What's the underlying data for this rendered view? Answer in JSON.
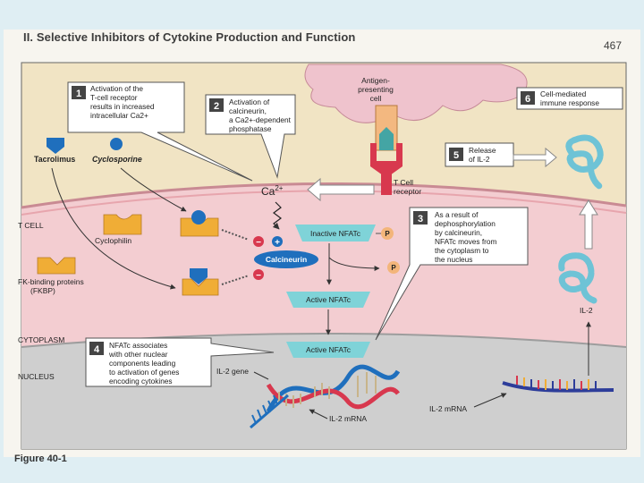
{
  "header": {
    "title": "II. Selective Inhibitors of Cytokine Production and Function",
    "page_number": "467",
    "figure_label": "Figure 40-1"
  },
  "labels": {
    "apc": [
      "Antigen-",
      "presenting",
      "cell"
    ],
    "tcr": [
      "T Cell",
      "receptor"
    ],
    "ca": "Ca",
    "ca_sup": "2+",
    "t_cell": "T CELL",
    "cytoplasm": "CYTOPLASM",
    "nucleus": "NUCLEUS",
    "tacrolimus": "Tacrolimus",
    "cyclosporine": "Cyclosporine",
    "cyclophilin": "Cyclophilin",
    "fkbp": [
      "FK-binding proteins",
      "(FKBP)"
    ],
    "inactive_nfatc": "Inactive NFATc",
    "calcineurin": "Calcineurin",
    "active_nfatc_1": "Active NFATc",
    "active_nfatc_2": "Active NFATc",
    "p": "P",
    "minus": "−",
    "plus": "+",
    "il2_gene": "IL-2 gene",
    "il2_mrna_left": "IL-2 mRNA",
    "il2_mrna_right": "IL-2 mRNA",
    "il2": "IL-2"
  },
  "steps": [
    {
      "num": "1",
      "lines": [
        "Activation of the",
        "T-cell receptor",
        "results in increased",
        "intracellular Ca2+"
      ]
    },
    {
      "num": "2",
      "lines": [
        "Activation of",
        "calcineurin,",
        "a Ca2+-dependent",
        "phosphatase"
      ]
    },
    {
      "num": "3",
      "lines": [
        "As a result of",
        "dephosphorylation",
        "by calcineurin,",
        "NFATc moves from",
        "the cytoplasm to",
        "the nucleus"
      ]
    },
    {
      "num": "4",
      "lines": [
        "NFATc associates",
        "with other nuclear",
        "components leading",
        "to activation of genes",
        "encoding cytokines"
      ]
    },
    {
      "num": "5",
      "lines": [
        "Release",
        "of IL-2"
      ]
    },
    {
      "num": "6",
      "lines": [
        "Cell-mediated",
        "immune response"
      ]
    }
  ],
  "colors": {
    "extracellular": "#f1e4c4",
    "cytoplasm": "#f3cdd1",
    "nucleus": "#cfcfcf",
    "apc": "#efc3cd",
    "receptor": "#d8384e",
    "drug": "#1f6fbd",
    "binding_protein": "#f0ad36",
    "nfatc": "#7fd3d8",
    "il2": "#6ec3d6",
    "phosphate": "#f3b57a"
  }
}
